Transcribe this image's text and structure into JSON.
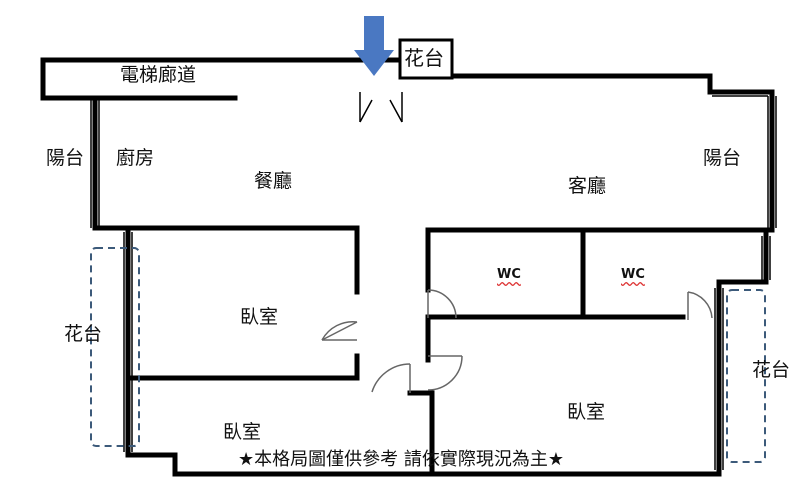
{
  "labels": {
    "elevator_hall": "電梯廊道",
    "planter_top": "花台",
    "balcony_left": "陽台",
    "kitchen": "廚房",
    "dining": "餐廳",
    "living": "客廳",
    "balcony_right": "陽台",
    "planter_left": "花台",
    "planter_right": "花台",
    "bedroom_1": "臥室",
    "bedroom_2": "臥室",
    "bedroom_3": "臥室",
    "wc_1": "WC",
    "wc_2": "WC"
  },
  "note": "★本格局圖僅供參考 請依實際現況為主★",
  "colors": {
    "wall": "#000000",
    "entry_arrow": "#4a78c2",
    "dashed_planter": "#3c5a7a",
    "door_arc": "#666666"
  }
}
